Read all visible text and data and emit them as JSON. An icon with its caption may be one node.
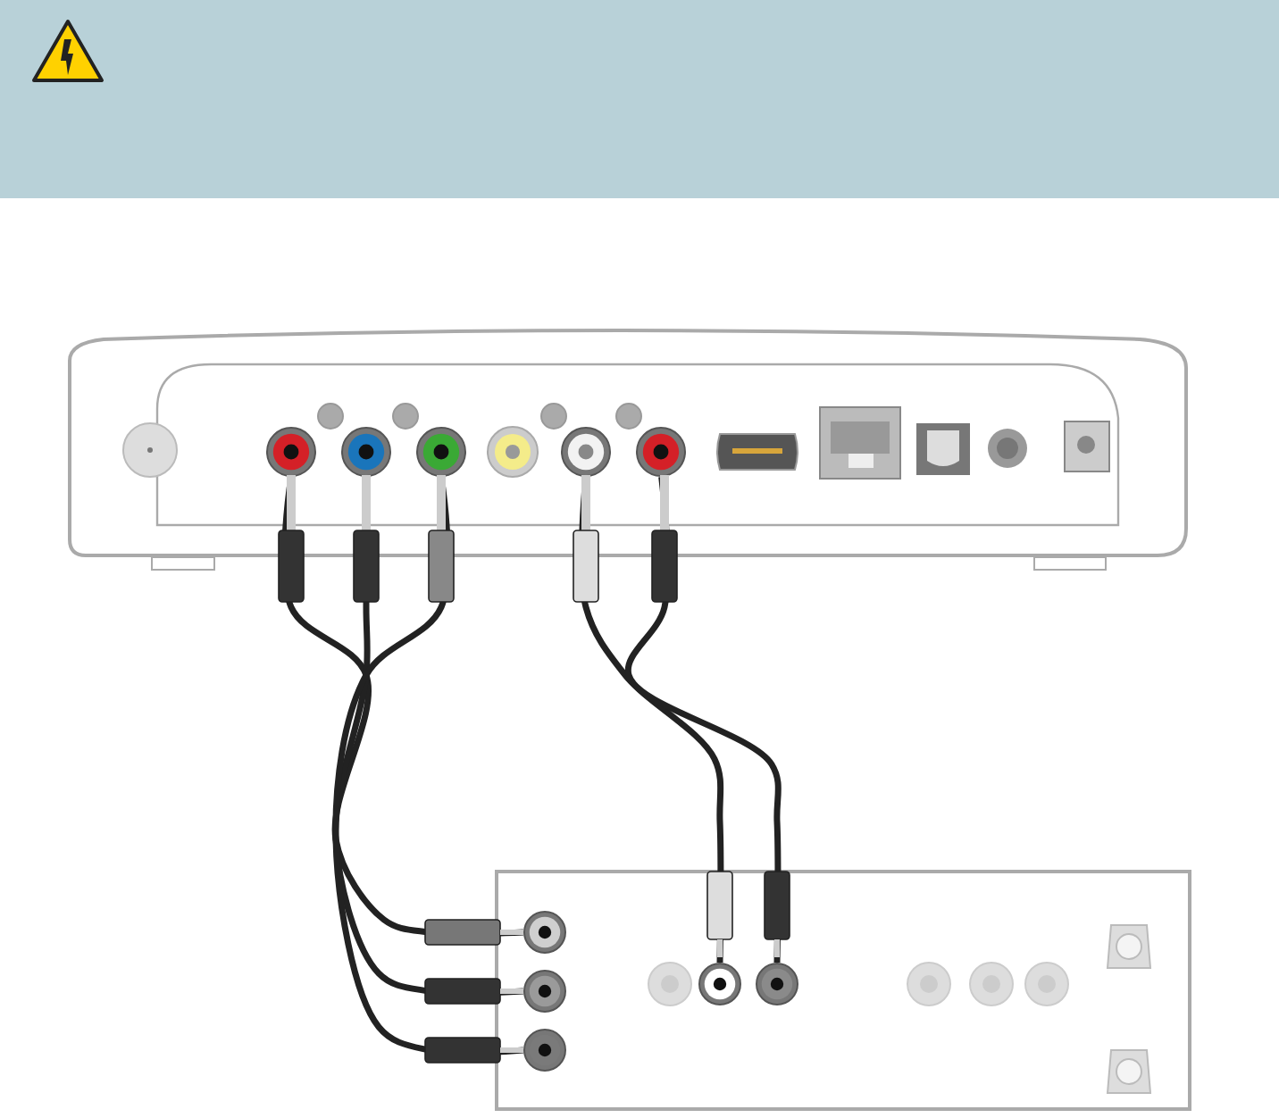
{
  "diagram": {
    "nodes": [
      {
        "text": [],
        "shape": "box"
      },
      {
        "text": [],
        "shape": "circle",
        "in": 0
      },
      {
        "text": [],
        "shape": "circle",
        "in": 0
      },
      {
        "text": [],
        "shape": "circle",
        "in": 0
      },
      {
        "text": [],
        "shape": "circle",
        "in": 0
      },
      {
        "text": [],
        "shape": "circle",
        "in": 0
      },
      {
        "text": [],
        "shape": "box"
      },
      {
        "text": [],
        "shape": "circle",
        "in": 6
      },
      {
        "text": [],
        "shape": "circle",
        "in": 6
      },
      {
        "text": [],
        "shape": "circle",
        "in": 6
      },
      {
        "text": [],
        "shape": "circle",
        "in": 6
      },
      {
        "text": [],
        "shape": "circle",
        "in": 6
      }
    ],
    "edges": [
      {
        "from": 1,
        "to": 7,
        "arrow": "none"
      },
      {
        "from": 2,
        "to": 8,
        "arrow": "none"
      },
      {
        "from": 3,
        "to": 9,
        "arrow": "none"
      },
      {
        "from": 4,
        "to": 10,
        "arrow": "none"
      },
      {
        "from": 5,
        "to": 11,
        "arrow": "none"
      }
    ]
  }
}
